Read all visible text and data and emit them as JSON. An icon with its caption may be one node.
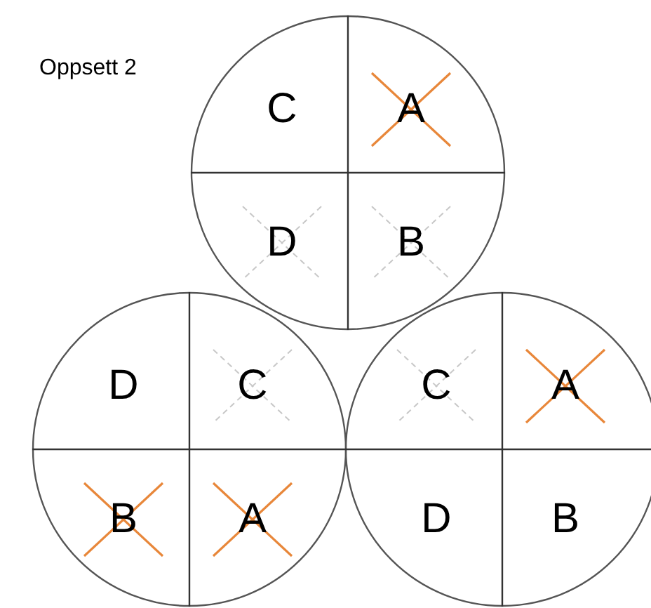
{
  "diagram": {
    "nodes": [
      {
        "text": [],
        "shape": "circle"
      },
      {
        "text": [
          "C"
        ],
        "in": 0
      },
      {
        "text": [
          "A"
        ],
        "in": 0
      },
      {
        "text": [
          "D"
        ],
        "in": 0
      },
      {
        "text": [
          "B"
        ],
        "in": 0
      },
      {
        "text": [],
        "shape": "circle"
      },
      {
        "text": [
          "D"
        ],
        "in": 5
      },
      {
        "text": [
          "C"
        ],
        "in": 5
      },
      {
        "text": [
          "B"
        ],
        "in": 5
      },
      {
        "text": [
          "A"
        ],
        "in": 5
      },
      {
        "text": [],
        "shape": "circle"
      },
      {
        "text": [
          "C"
        ],
        "in": 10
      },
      {
        "text": [
          "A"
        ],
        "in": 10
      },
      {
        "text": [
          "D"
        ],
        "in": 10
      },
      {
        "text": [
          "B"
        ],
        "in": 10
      }
    ],
    "labels": [
      "Oppsett 2"
    ]
  }
}
